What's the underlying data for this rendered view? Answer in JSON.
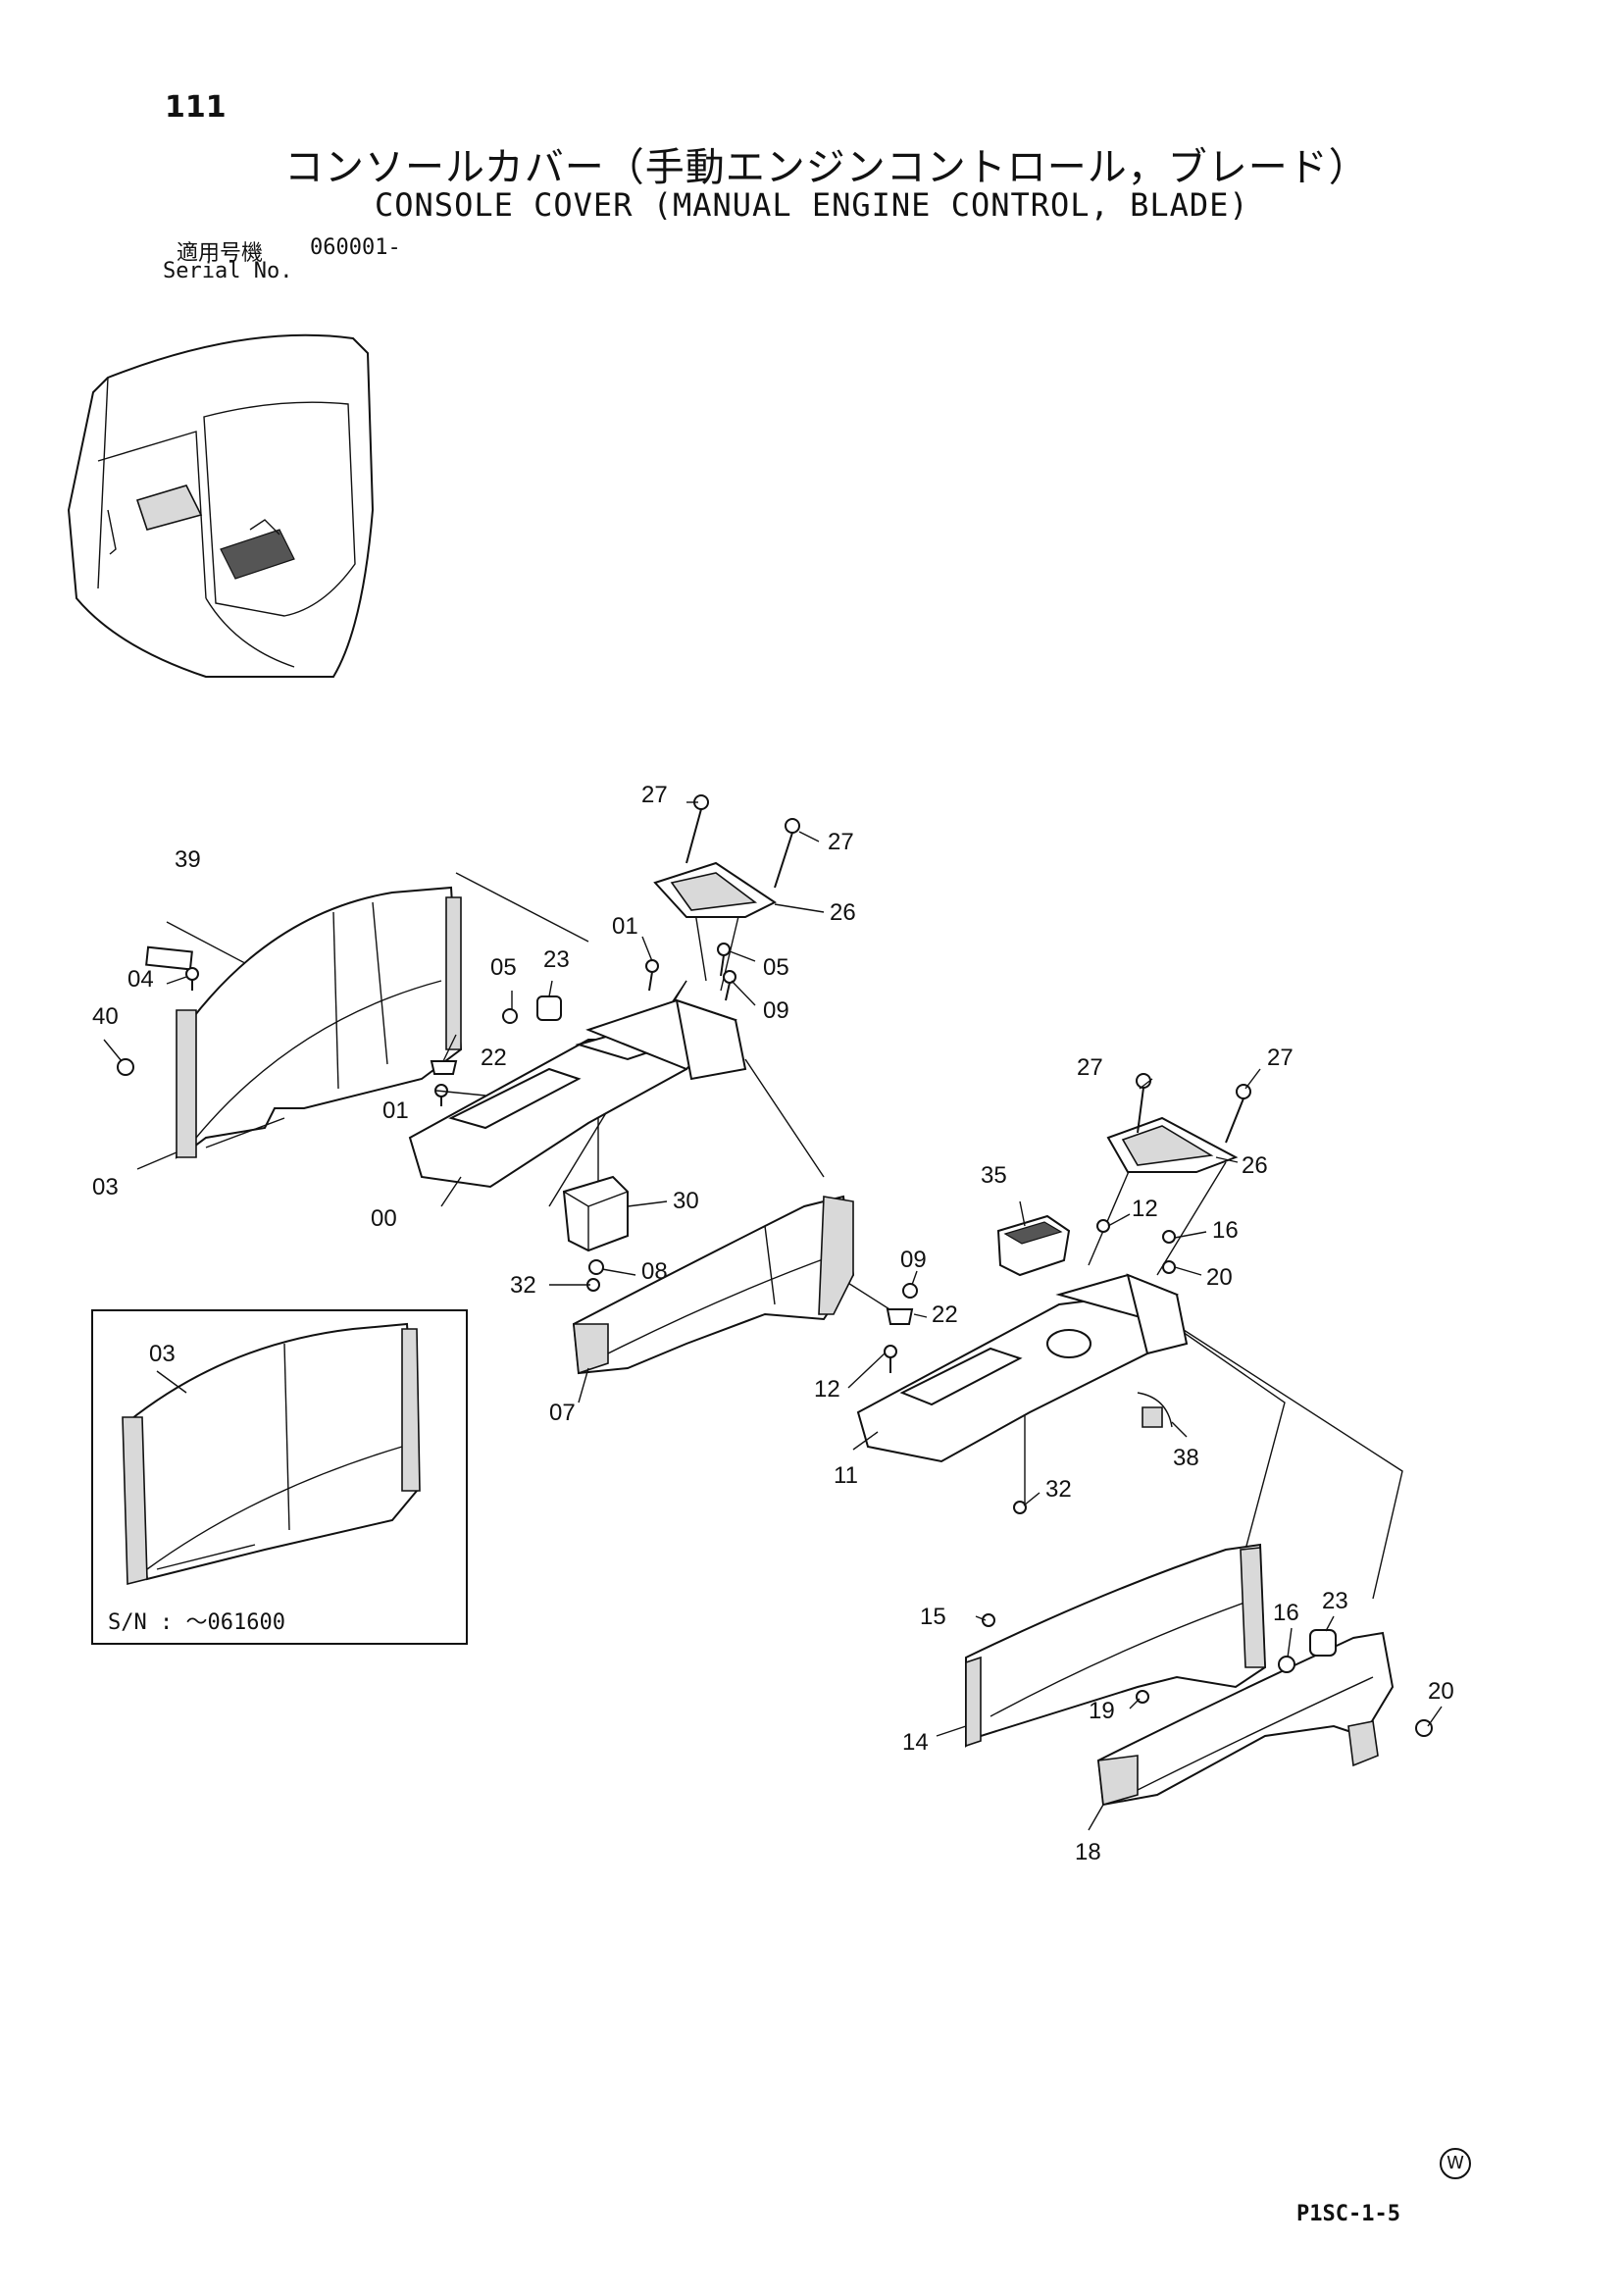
{
  "header": {
    "page_number": "111",
    "title_jp": "コンソールカバー（手動エンジンコントロール，ブレード）",
    "title_en": "CONSOLE COVER (MANUAL ENGINE CONTROL, BLADE)",
    "serial_label_jp": "適用号機",
    "serial_value": "060001-",
    "serial_label_en": "Serial No."
  },
  "inset": {
    "caption": "S/N : ～061600",
    "callout": "03"
  },
  "callouts": {
    "c27a": "27",
    "c27b": "27",
    "c26a": "26",
    "c39": "39",
    "c01a": "01",
    "c05a": "05",
    "c23a": "23",
    "c05b": "05",
    "c09a": "09",
    "c04": "04",
    "c40": "40",
    "c22a": "22",
    "c01b": "01",
    "c03": "03",
    "c00": "00",
    "c30": "30",
    "c32a": "32",
    "c08": "08",
    "c07": "07",
    "c27c": "27",
    "c27d": "27",
    "c26b": "26",
    "c35": "35",
    "c12a": "12",
    "c16a": "16",
    "c20a": "20",
    "c09b": "09",
    "c22b": "22",
    "c12b": "12",
    "c38": "38",
    "c11": "11",
    "c32b": "32",
    "c15": "15",
    "c16b": "16",
    "c23b": "23",
    "c19": "19",
    "c20b": "20",
    "c14": "14",
    "c18": "18"
  },
  "footer": {
    "mark": "W",
    "page_code": "P1SC-1-5"
  }
}
